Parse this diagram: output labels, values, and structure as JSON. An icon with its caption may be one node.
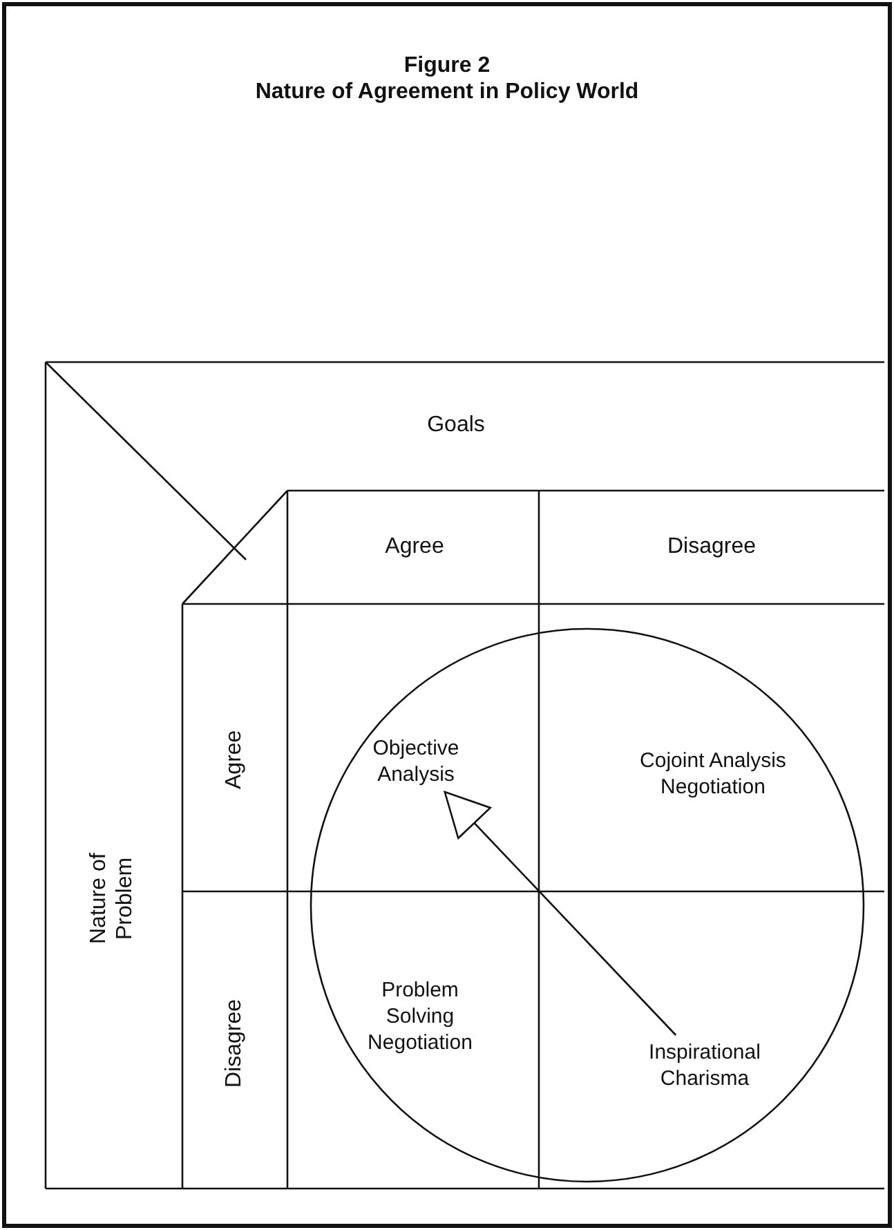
{
  "diagram": {
    "title": "Figure 2",
    "nodes": [
      {
        "text": [
          "Goals"
        ]
      },
      {
        "text": [
          "Agree"
        ]
      },
      {
        "text": [
          "Disagree"
        ]
      },
      {
        "text": [
          "Nature of Problem"
        ]
      },
      {
        "text": [
          "Agree"
        ]
      },
      {
        "text": [
          "Disagree"
        ]
      },
      {
        "text": [
          "Objective Analysis"
        ]
      },
      {
        "text": [
          "Cojoint Analysis Negotiation"
        ]
      },
      {
        "text": [
          "Problem Solving Negotiation"
        ]
      },
      {
        "text": [
          "Inspirational Charisma"
        ]
      }
    ],
    "edges": [
      {
        "from": 9,
        "to": 6,
        "arrow": "to"
      }
    ],
    "labels": [
      "Nature of Agreement in Policy World"
    ]
  }
}
